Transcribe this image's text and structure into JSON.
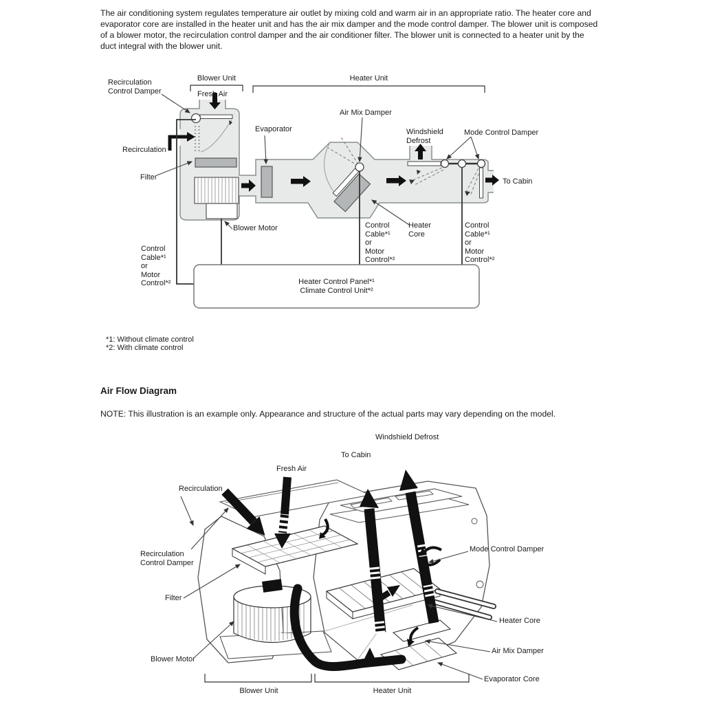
{
  "colors": {
    "text": "#1a1a1a",
    "duct_fill": "#e8eaea",
    "part_gray": "#b4b7b7",
    "outline_gray": "#8a8f8f",
    "arrow_black": "#111111"
  },
  "intro": {
    "text": "The air conditioning system regulates temperature air outlet by mixing cold and warm air in an appropriate ratio. The heater core and evaporator core are installed in the heater unit and has the air mix damper and the mode control damper. The blower unit is composed of a blower motor, the recirculation control damper and the air conditioner filter. The blower unit is connected to a heater unit by the duct integral with the blower unit."
  },
  "schematic": {
    "labels": {
      "recirc_control_damper": "Recirculation\nControl Damper",
      "blower_unit": "Blower Unit",
      "fresh_air": "Fresh Air",
      "heater_unit": "Heater Unit",
      "evaporator": "Evaporator",
      "air_mix_damper": "Air Mix Damper",
      "windshield_defrost": "Windshield\nDefrost",
      "mode_control_damper": "Mode Control Damper",
      "recirculation": "Recirculation",
      "filter": "Filter",
      "blower_motor": "Blower Motor",
      "to_cabin": "To Cabin",
      "control_cable_left": "Control\nCable*¹\nor\nMotor\nControl*²",
      "control_cable_mid": "Control\nCable*¹\nor\nMotor\nControl*²",
      "control_cable_right": "Control\nCable*¹\nor\nMotor\nControl*²",
      "heater_core": "Heater\nCore",
      "control_panel": "Heater Control Panel*¹\nClimate Control Unit*²"
    },
    "footnotes": [
      "*1: Without climate control",
      "*2: With climate control"
    ]
  },
  "airflow": {
    "heading": "Air Flow Diagram",
    "note": "NOTE: This illustration is an example only. Appearance and structure of the actual parts may vary depending on the model.",
    "labels": {
      "windshield_defrost": "Windshield Defrost",
      "to_cabin": "To Cabin",
      "fresh_air": "Fresh Air",
      "recirculation": "Recirculation",
      "recirc_control_damper": "Recirculation\nControl Damper",
      "filter": "Filter",
      "blower_motor": "Blower Motor",
      "mode_control_damper": "Mode Control Damper",
      "heater_core": "Heater Core",
      "air_mix_damper": "Air Mix Damper",
      "evaporator_core": "Evaporator Core",
      "blower_unit": "Blower Unit",
      "heater_unit": "Heater Unit"
    }
  }
}
